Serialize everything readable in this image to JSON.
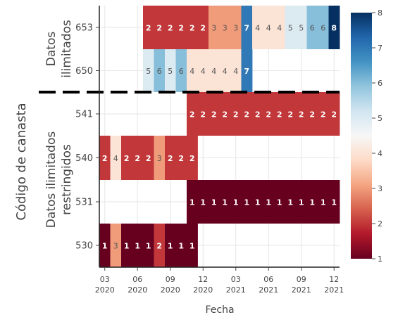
{
  "chart_data": {
    "type": "heatmap",
    "xlabel": "Fecha",
    "ylabel": "Código de canasta",
    "x_ticks": [
      {
        "date": "2020-03",
        "label": "03",
        "year": "2020"
      },
      {
        "date": "2020-06",
        "label": "06",
        "year": "2020"
      },
      {
        "date": "2020-09",
        "label": "09",
        "year": "2020"
      },
      {
        "date": "2020-12",
        "label": "12",
        "year": "2020"
      },
      {
        "date": "2021-03",
        "label": "03",
        "year": "2021"
      },
      {
        "date": "2021-06",
        "label": "06",
        "year": "2021"
      },
      {
        "date": "2021-09",
        "label": "09",
        "year": "2021"
      },
      {
        "date": "2021-12",
        "label": "12",
        "year": "2021"
      }
    ],
    "x_range": [
      "2020-03",
      "2021-12"
    ],
    "groups": [
      {
        "label_lines": [
          "Datos",
          "ilimitados"
        ],
        "rows": [
          "653",
          "650"
        ]
      },
      {
        "label_lines": [
          "Datos ilimitados",
          "restringidos"
        ],
        "rows": [
          "541",
          "540",
          "531",
          "530"
        ]
      }
    ],
    "rows": [
      {
        "code": "653",
        "start": "2020-07",
        "values": [
          2,
          2,
          2,
          2,
          2,
          2,
          3,
          3,
          3,
          7,
          4,
          4,
          4,
          5,
          5,
          6,
          6,
          8
        ]
      },
      {
        "code": "650",
        "start": "2020-07",
        "values": [
          5,
          6,
          5,
          6,
          4,
          4,
          4,
          4,
          4,
          7
        ]
      },
      {
        "code": "541",
        "start": "2020-11",
        "values": [
          2,
          2,
          2,
          2,
          2,
          2,
          2,
          2,
          2,
          2,
          2,
          2,
          2,
          2
        ]
      },
      {
        "code": "540",
        "start": "2020-03",
        "values": [
          2,
          4,
          2,
          2,
          2,
          3,
          2,
          2,
          2
        ]
      },
      {
        "code": "531",
        "start": "2020-11",
        "values": [
          1,
          1,
          1,
          1,
          1,
          1,
          1,
          1,
          1,
          1,
          1,
          1,
          1,
          1
        ]
      },
      {
        "code": "530",
        "start": "2020-03",
        "values": [
          1,
          3,
          1,
          1,
          1,
          2,
          1,
          1,
          1
        ]
      }
    ],
    "colorbar": {
      "min": 1,
      "max": 8,
      "ticks": [
        "1",
        "2",
        "3",
        "4",
        "5",
        "6",
        "7",
        "8"
      ],
      "colorscale": "RdBu"
    },
    "grid": true,
    "divider": {
      "style": "dashed",
      "between_groups": true
    }
  }
}
